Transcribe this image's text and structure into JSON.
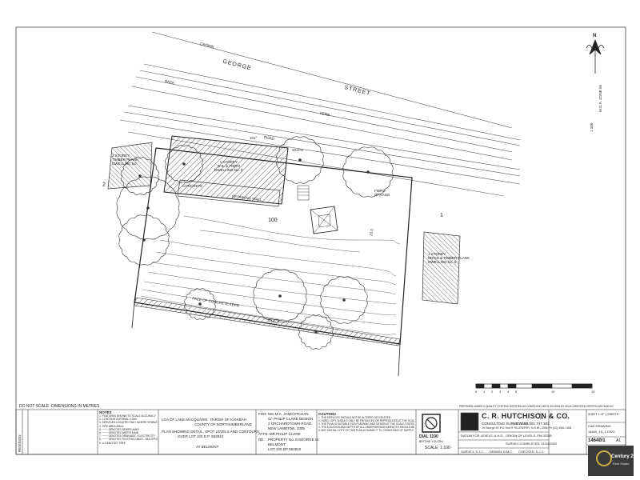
{
  "plan": {
    "street_name_1": "GEORGE",
    "street_name_2": "STREET",
    "lot_number": "100",
    "lot_left": "2",
    "lot_right": "1",
    "dims": [
      "101°",
      "33.075",
      "23.5",
      "33.075",
      "1:100"
    ],
    "labels": [
      "2 STOREY\nTIMBER PLANK\nDWELLING No.",
      "1 STOREY\nW.B. & FIBRO\nDWELLING No. 8",
      "1 STOREY\nBRICK & TIMBER PLANK\nDWELLING No. 8",
      "FIBRO\nGARAGE",
      "CONCRETE",
      "RETAINING WALL",
      "KERB",
      "CROWN",
      "BACK",
      "FACE OF CONCRETE KERB",
      "ROAD"
    ]
  },
  "footer": {
    "do_not_scale": "DO NOT SCALE",
    "dimensions_in": "DIMENSIONS IN METRES",
    "notes_heading": "NOTES",
    "notes": [
      "1. FEATURES SHOWN TO SCALE ACCURACY",
      "2. CONTOUR INTERVAL 0.25m",
      "3. SERVICES LOCATED ONLY WHERE VISIBLE",
      "4. SITE AREA 556m²",
      "5. ─── DENOTES SEWER MAIN",
      "6. ─── DENOTES WATER MAIN",
      "7. ─── DENOTES DRAINAGE / ELECTRICITY",
      "8. ─── DENOTES TELSTRA CABLE - MULTIPLE CABLES MAY BE PRESENT - REFER TO UTILITY AUTHORITY",
      "9. ⊙ DENOTES TREE"
    ],
    "lga": "LGA OF LAKE MACQUARIE",
    "parish": "PARISH OF KAHIBAH",
    "county": "COUNTY OF NORTHUMBERLAND",
    "plan_title": "PLAN SHOWING DETAIL, SPOT LEVELS AND CONTOURS",
    "plan_over": "OVER LOT 100 D.P. 553810",
    "location": "AT BELMONT",
    "for_label": "FOR:",
    "client_1": "Mrs M.A. JAMCOTCHAN",
    "client_2": "C/- PHILIP CLARE DESIGN",
    "client_3": "2 ORCHARDTOWN ROAD",
    "client_4": "NEW LAMBTON, 2305",
    "attn": "ATTN: MR PHILIP CLARE",
    "re_label": "RE:",
    "property_1": "PROPERTY No. 8 GEORGE St",
    "property_2": "BELMONT",
    "property_3": "LOT 100 DP 553810",
    "caution_heading": "CAUTION!",
    "caution_lines": [
      "1. THE SERVICES SHOULD NOT BE ALTERED OR DELETED.",
      "2. HARD COPY SHOULD ONLY BE PRODUCED OR REPRODUCED AT THE SCALE STATED ON THE PLAN.",
      "3. THE PLAN IS SUITABLE FOR PLANNING AND DESIGN AT THE SCALE STATED. THE PLAN MAY NOT BE SUITABLE FOR ANY OTHER PURPOSE OR AT ANY OTHER SCALE.",
      "4. THE LOCATION AND DEPTH OF ALL UNDERGROUND SERVICES SHOULD BE CONFIRMED BY THE AUTHORITY PRIOR TO ANY WORK.",
      "5. ANY DIGITAL COPY OF THIS PLAN IS SUBJECT TO CONDITIONS OF SUPPLY OF DIGITAL DATA."
    ],
    "dial_1100": "DIAL 1100",
    "dial_sub": "BEFORE YOU DIG",
    "firm_name": "C. R. HUTCHISON & CO.",
    "firm_pty": "PTY LTD",
    "firm_abn": "A.B.N. 81 001 747 183",
    "firm_sub": "CONSULTING SURVEYORS",
    "firm_addr": "19 George St, P.O. Box 9 TILLIGERRY, N.S.W., 2306  Ph (02) 4961 1661",
    "scale_label": "SCALE: 1:100",
    "datum": "DATUM FOR LEVELS:  A.H.D.",
    "origin": "ORIGIN OF LEVELS:  PM 32255",
    "survey_completed": "SURVEY COMPLETED: 11/04/2002",
    "surveyed_by": "SURVEY: S.J.C.",
    "drawn_by": "DRAWN: B.M.C.",
    "checked_by": "CHECKED: S.J.C.",
    "sheet_label": "SHEET 1 OF 1 SHEETS",
    "cad_label": "CAD DRAWING",
    "cad_file": "14640_1A_1.DWG",
    "drawing_no": "14640/1",
    "sheet_size": "A1",
    "quality": "PREPARED UNDER A QUALITY SYSTEM CERTIFIED AS COMPLYING WITH ISO 9001 BY AN ACCREDITED CERTIFICATION BODY",
    "rev_heading": "REVISION"
  },
  "scalebar": {
    "ticks": [
      "0",
      "1",
      "2",
      "3",
      "4",
      "5",
      "10",
      "15"
    ]
  },
  "north": {
    "label": "N",
    "grid": "1:100",
    "bearing": "M.G.A. ZONE 56"
  },
  "watermark": {
    "brand": "Century 21",
    "sub": "Real Estate"
  }
}
